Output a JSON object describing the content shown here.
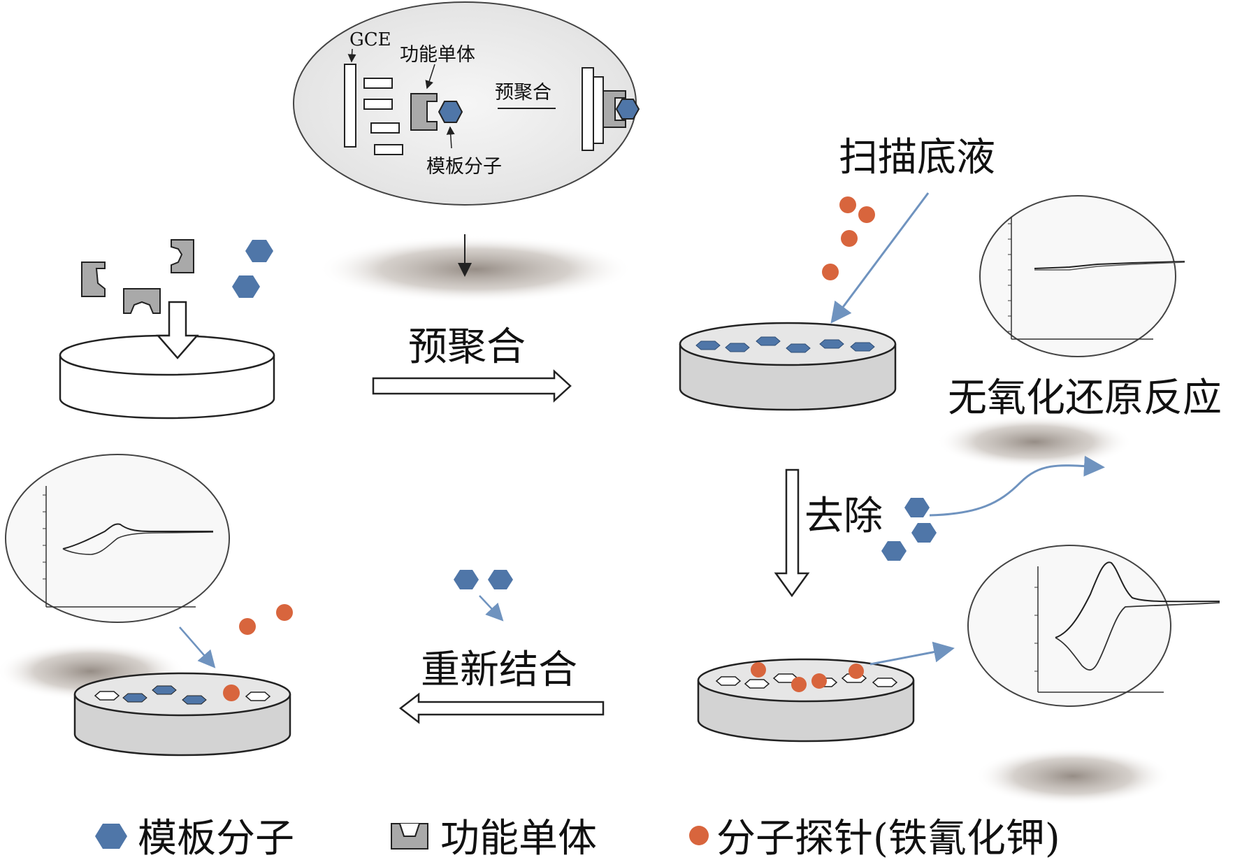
{
  "inset": {
    "gce": "GCE",
    "monomer": "功能单体",
    "prepoly": "预聚合",
    "template": "模板分子"
  },
  "steps": {
    "prepoly": "预聚合",
    "scan": "扫描底液",
    "no_redox": "无氧化还原反应",
    "remove": "去除",
    "rebind": "重新结合"
  },
  "legend": {
    "template": "模板分子",
    "monomer": "功能单体",
    "probe": "分子探针(铁氰化钾)"
  },
  "colors": {
    "template": "#4f76a8",
    "probe": "#d8653d",
    "monomer": "#a9a9a9",
    "dish_fill": "#d3d3d3",
    "arrow_blue": "#6f93bf"
  },
  "icons": [
    "hexagon-template-icon",
    "monomer-cup-icon",
    "probe-dot-icon"
  ]
}
